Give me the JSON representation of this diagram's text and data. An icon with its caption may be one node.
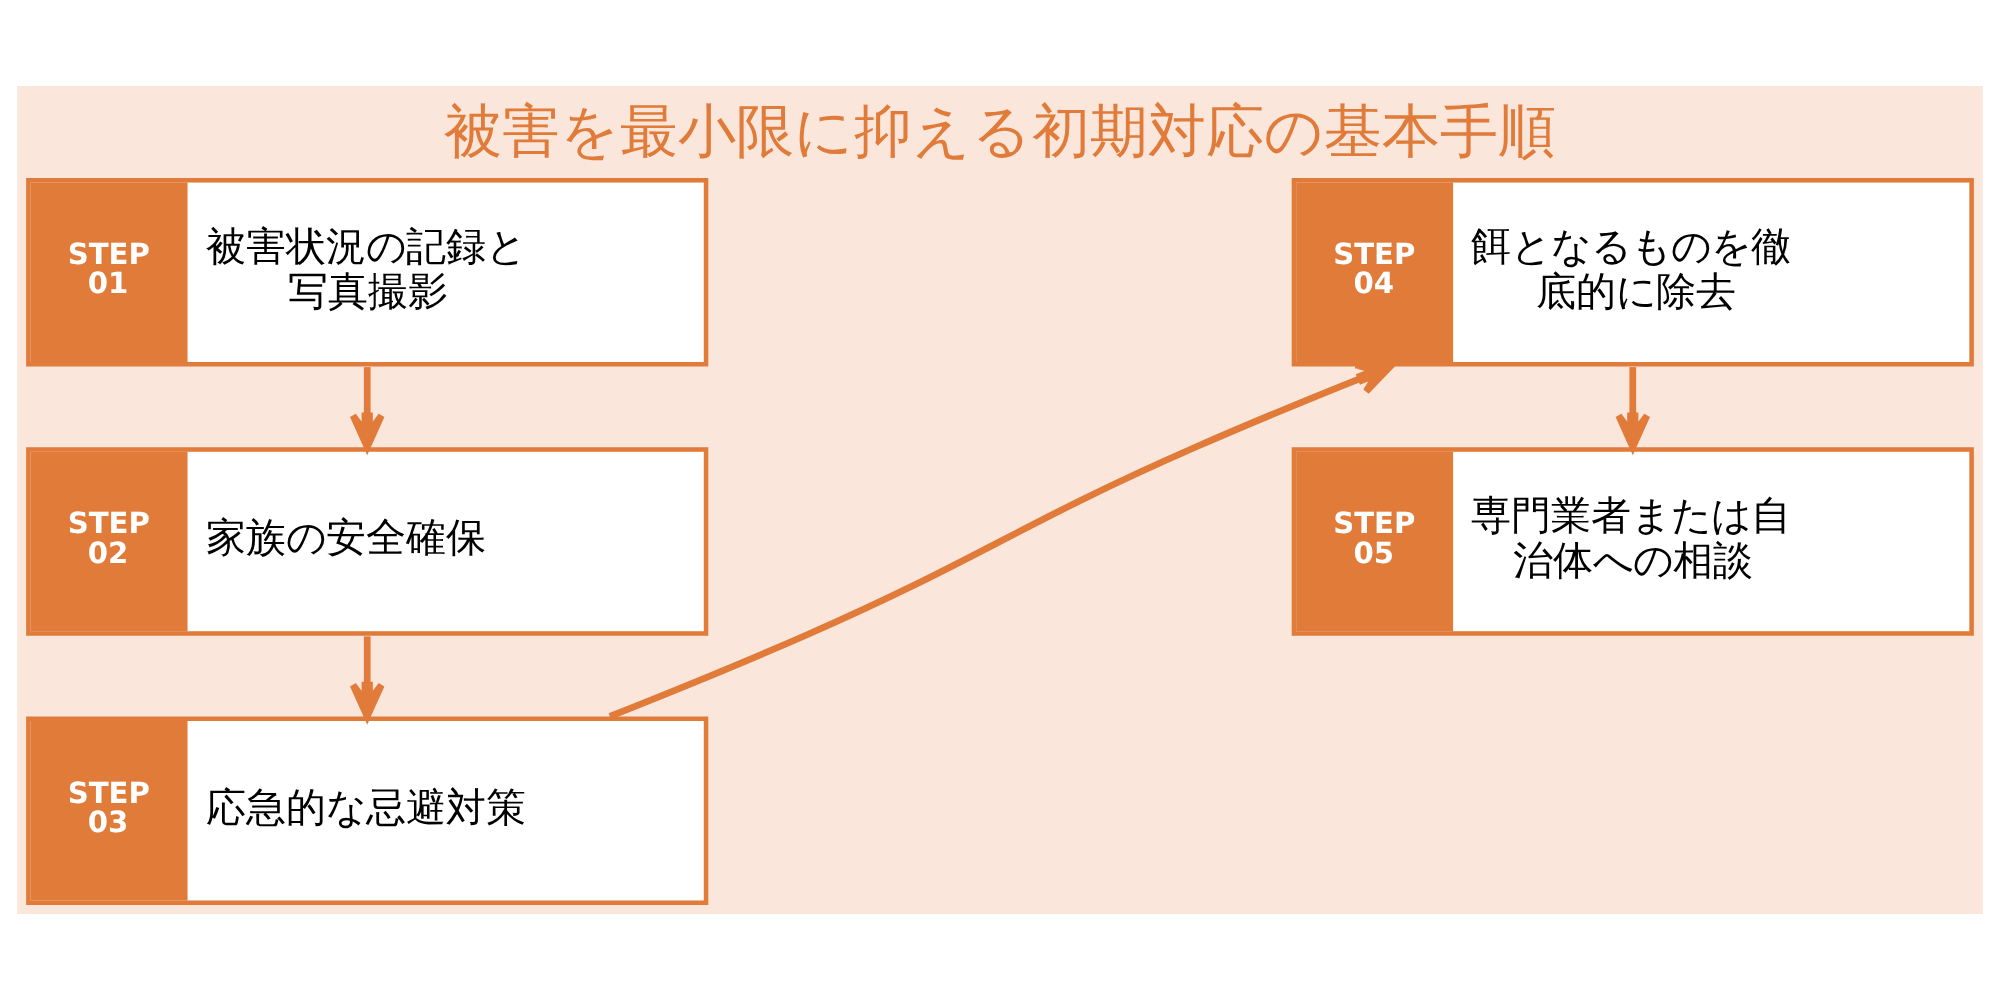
{
  "diagram": {
    "title": "被害を最小限に抑える初期対応の基本手順",
    "nodes": [
      {
        "text": [
          "STEP 01",
          "被害状況の記録と写真撮影"
        ]
      },
      {
        "text": [
          "STEP 02",
          "家族の安全確保"
        ]
      },
      {
        "text": [
          "STEP 03",
          "応急的な忌避対策"
        ]
      },
      {
        "text": [
          "STEP 04",
          "餌となるものを徹底的に除去"
        ]
      },
      {
        "text": [
          "STEP 05",
          "専門業者または自治体への相談"
        ]
      }
    ],
    "edges": [
      {
        "from": 0,
        "to": 1,
        "arrow": "to"
      },
      {
        "from": 1,
        "to": 2,
        "arrow": "to"
      },
      {
        "from": 2,
        "to": 3,
        "arrow": "to"
      },
      {
        "from": 3,
        "to": 4,
        "arrow": "to"
      }
    ]
  }
}
